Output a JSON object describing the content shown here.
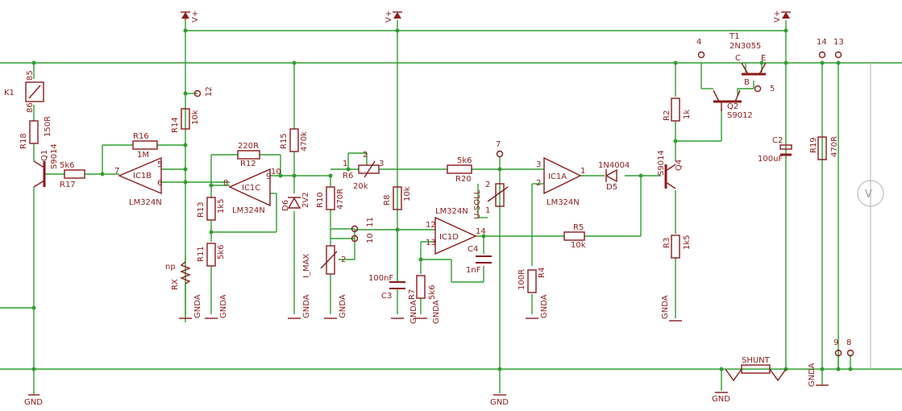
{
  "rails": {
    "v_plus": "V+",
    "gnd": "GND",
    "gnda": "GNDA"
  },
  "labels": {
    "K1": "K1",
    "k1_85": "85",
    "k1_86": "86",
    "R18": "R18",
    "R18_val": "150R",
    "Q1": "Q1",
    "Q1_val": "S9014",
    "R17": "R17",
    "R17_val": "5k6",
    "R16": "R16",
    "R16_val": "1M",
    "IC1B": "IC1B",
    "IC1B_type": "LM324N",
    "R14": "R14",
    "R14_val": "10k",
    "pin12": "12",
    "RX": "RX",
    "np": "np",
    "R13": "R13",
    "R13_val": "1k5",
    "R11": "R11",
    "R11_val": "5k6",
    "R12": "R12",
    "R12_val": "220R",
    "IC1C": "IC1C",
    "IC1C_type": "LM324N",
    "R15": "R15",
    "R15_val": "470k",
    "D6": "D6",
    "D6_val": "2V2",
    "R6": "R6",
    "R6_val": "20k",
    "R10": "R10",
    "R10_val": "470R",
    "I_MAX": "I_MAX",
    "pin10": "10",
    "pin11": "11",
    "R8": "R8",
    "R8_val": "10k",
    "C3": "C3",
    "C3_val": "100nF",
    "R7": "R7",
    "R7_val": "5k6",
    "IC1D": "IC1D",
    "IC1D_type": "LM324N",
    "C4": "C4",
    "C4_val": "1nF",
    "R20": "R20",
    "R20_val": "5k6",
    "pin7": "7",
    "U_SOLL": "U-SOLL",
    "IC1A": "IC1A",
    "IC1A_type": "LM324N",
    "R4": "R4",
    "R4_val": "100R",
    "R5": "R5",
    "R5_val": "10k",
    "D5": "D5",
    "D5_val": "1N4004",
    "Q4": "Q4",
    "Q4_val": "S9014",
    "R2": "R2",
    "R2_val": "1k",
    "R3": "R3",
    "R3_val": "1k5",
    "T1": "T1",
    "T1_val": "2N3055",
    "Q2": "Q2",
    "Q2_val": "S9012",
    "pin4": "4",
    "pin5": "5",
    "C2": "C2",
    "C2_val": "100uF",
    "R19": "R19",
    "R19_val": "470R",
    "pin14": "14",
    "pin13": "13",
    "pin9": "9",
    "pin8": "8",
    "SHUNT": "SHUNT",
    "meter": "V",
    "pin_c": "C",
    "pin_e": "E",
    "pin_b": "B",
    "op_pin7": "7",
    "op_pin5": "5",
    "op_pin6": "6",
    "op_pin8": "8",
    "op_pin9": "9",
    "op_pin10": "10",
    "op_pin12": "12",
    "op_pin13": "13",
    "op_pin14": "14",
    "op_pin3": "3",
    "op_pin2": "2",
    "op_pin1": "1",
    "pot1": "1",
    "pot2": "2",
    "pot3": "3"
  },
  "colors": {
    "wire": "#2f9e2f",
    "symbol": "#8b1a1a",
    "meter": "#bdbdbd"
  }
}
